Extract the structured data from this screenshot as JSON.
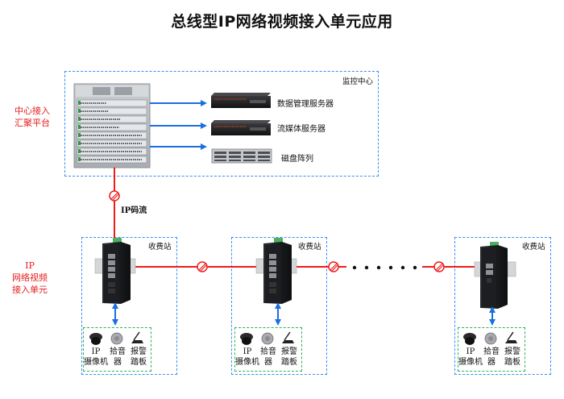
{
  "title": "总线型IP网络视频接入单元应用",
  "center": {
    "side_label_line1": "中心接入",
    "side_label_line2": "汇聚平台",
    "box_label": "监控中心",
    "devices": [
      {
        "icon": "rack-server-icon",
        "label": "数据管理服务器"
      },
      {
        "icon": "rack-server-icon",
        "label": "流媒体服务器"
      },
      {
        "icon": "disk-array-icon",
        "label": "磁盘阵列"
      }
    ],
    "core_switch_icon": "chassis-switch-icon"
  },
  "link_label": "IP码流",
  "access_unit_label": {
    "line1": "IP",
    "line2": "网络视频",
    "line3": "接入单元"
  },
  "ellipsis": "• • • • • •",
  "stations": [
    {
      "label": "收费站",
      "unit_icon": "industrial-switch-4port-icon",
      "endpoints": [
        {
          "icon": "ip-camera-icon",
          "line1": "IP",
          "line2": "摄像机"
        },
        {
          "icon": "microphone-icon",
          "line1": "拾音",
          "line2": "器"
        },
        {
          "icon": "alarm-pedal-icon",
          "line1": "报警",
          "line2": "踏板"
        }
      ]
    },
    {
      "label": "收费站",
      "unit_icon": "industrial-switch-4port-icon",
      "endpoints": [
        {
          "icon": "ip-camera-icon",
          "line1": "IP",
          "line2": "摄像机"
        },
        {
          "icon": "microphone-icon",
          "line1": "拾音",
          "line2": "器"
        },
        {
          "icon": "alarm-pedal-icon",
          "line1": "报警",
          "line2": "踏板"
        }
      ]
    },
    {
      "label": "收费站",
      "unit_icon": "industrial-switch-2port-icon",
      "endpoints": [
        {
          "icon": "ip-camera-icon",
          "line1": "IP",
          "line2": "摄像机"
        },
        {
          "icon": "microphone-icon",
          "line1": "拾音",
          "line2": "器"
        },
        {
          "icon": "alarm-pedal-icon",
          "line1": "报警",
          "line2": "踏板"
        }
      ]
    }
  ],
  "colors": {
    "link_red": "#ee1c1c",
    "arrow_blue": "#1a6fe0",
    "box_blue": "#3d8ef0",
    "box_green": "#2bb35a",
    "label_red": "#e41b1b"
  }
}
